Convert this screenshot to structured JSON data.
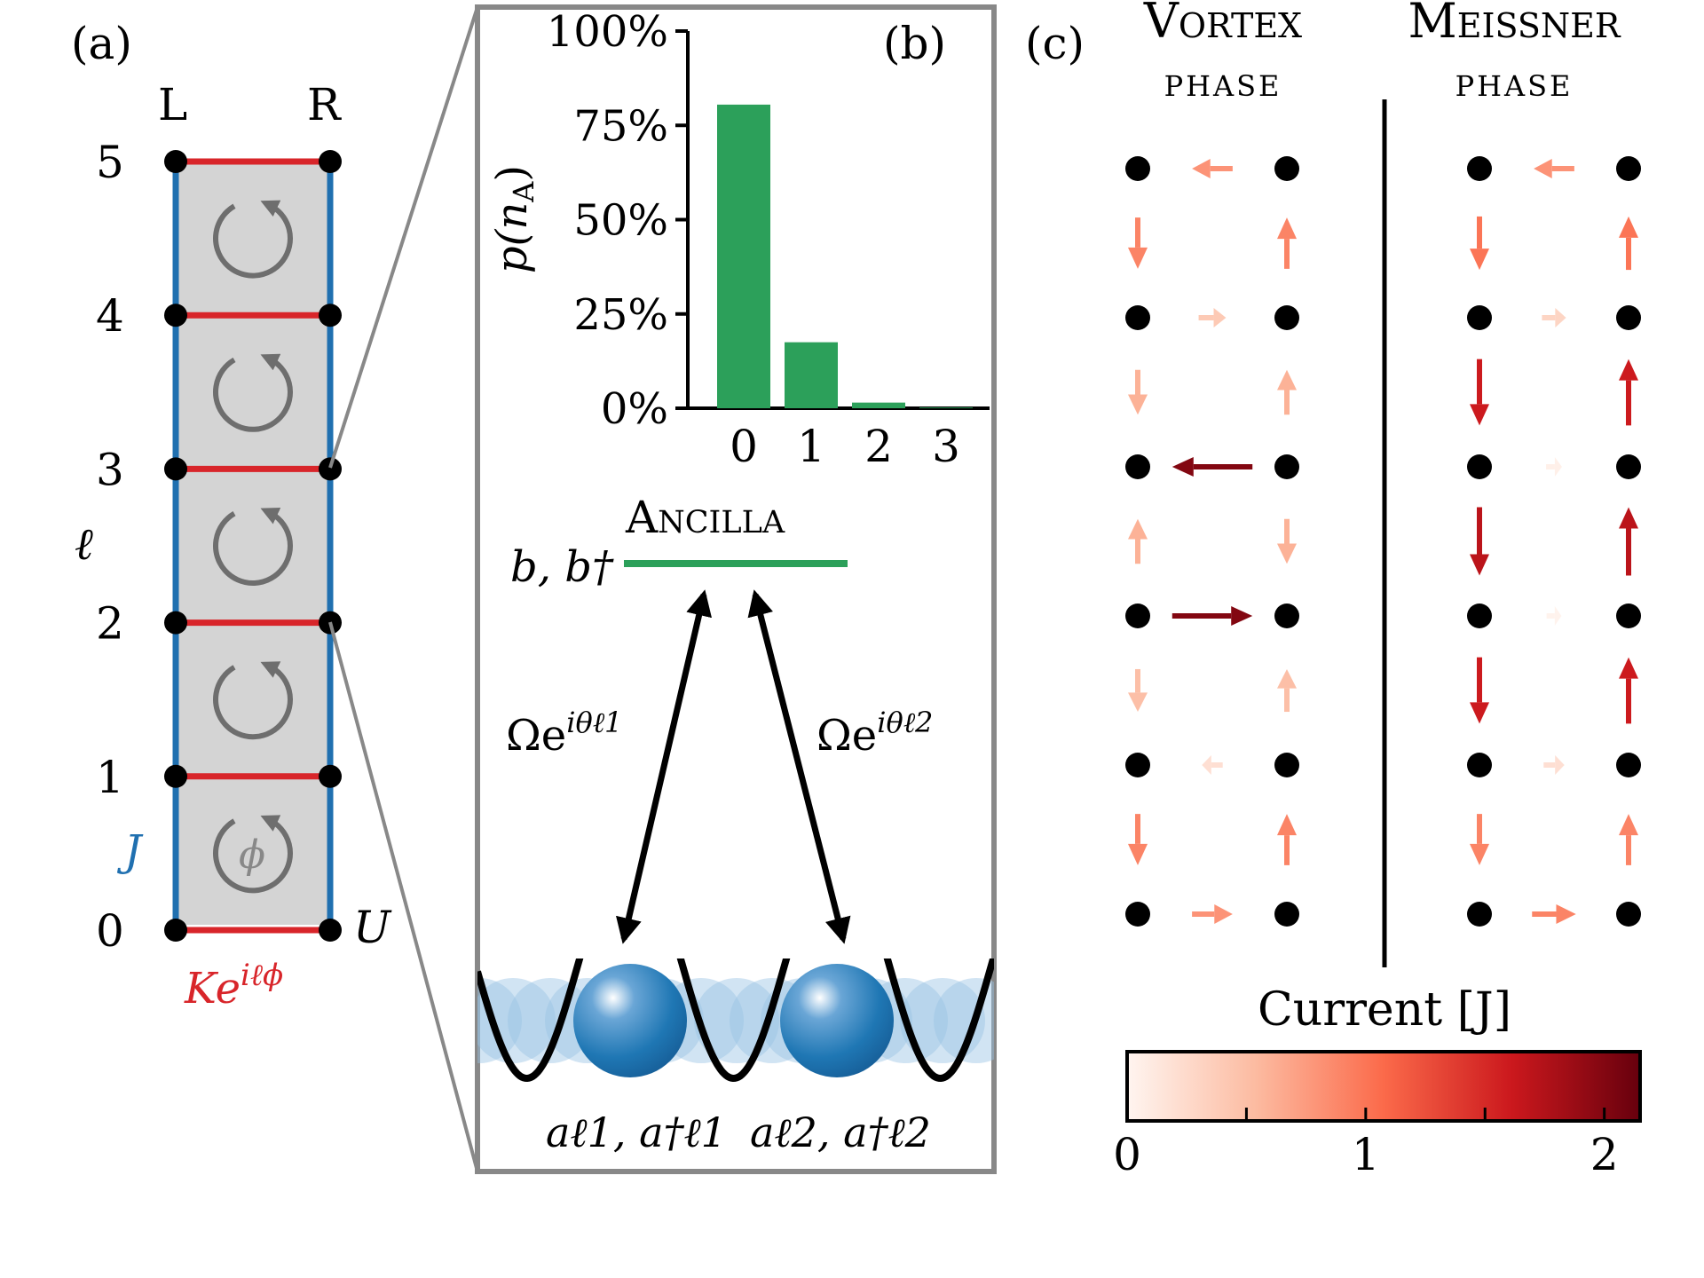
{
  "panel_a": {
    "panel_label": "(a)",
    "column_labels": [
      "L",
      "R"
    ],
    "row_labels": [
      "0",
      "1",
      "2",
      "3",
      "4",
      "5"
    ],
    "axis_label": "ℓ",
    "leg_coupling_label": "J",
    "onsite_label": "U",
    "rung_label_main": "Ke",
    "rung_label_sup": "iℓϕ",
    "flux_label": "ϕ",
    "colors": {
      "leg": "#2070b0",
      "rung": "#d8252a",
      "plaquette": "#d4d4d4",
      "site": "#000000"
    },
    "icons": [
      "circular-arrow-icon"
    ]
  },
  "panel_b": {
    "panel_label": "(b)",
    "ylabel": "p(n",
    "ylabel_sub": "A",
    "ylabel_close": ")",
    "ancilla_label": "Ancilla",
    "ancilla_operators": "b, b†",
    "drive_left_main": "Ωe",
    "drive_left_sup": "iθℓ1",
    "drive_right_main": "Ωe",
    "drive_right_sup": "iθℓ2",
    "site1_label": "aℓ1, a†ℓ1",
    "site2_label": "aℓ2, a†ℓ2",
    "colors": {
      "bar": "#2ca05a",
      "atom": "#1f77b4",
      "frame": "#888888"
    }
  },
  "panel_c": {
    "panel_label": "(c)",
    "vortex_title_line1": "Vortex",
    "vortex_title_line2": "phase",
    "meissner_title_line1": "Meissner",
    "meissner_title_line2": "phase",
    "colorbar_label": "Current [J]",
    "colorbar_ticks": [
      "0",
      "1",
      "2"
    ],
    "colorbar_range": [
      0,
      2.15
    ],
    "vortex_currents": {
      "rungs": [
        0.8,
        -0.2,
        2.0,
        -2.0,
        0.4,
        -0.8
      ],
      "left_legs": [
        -0.9,
        -0.5,
        0.6,
        -0.6,
        -0.9
      ],
      "right_legs": [
        0.9,
        0.5,
        -0.6,
        0.6,
        0.9
      ]
    },
    "meissner_currents": {
      "rungs": [
        0.9,
        0.2,
        0.02,
        0.05,
        0.3,
        -0.8
      ],
      "left_legs": [
        -0.9,
        -1.6,
        -1.7,
        -1.6,
        -1.0
      ],
      "right_legs": [
        0.9,
        1.6,
        1.7,
        1.6,
        1.0
      ]
    }
  },
  "chart_data": {
    "type": "bar",
    "categories": [
      "0",
      "1",
      "2",
      "3"
    ],
    "values": [
      80.5,
      17.5,
      1.5,
      0.2
    ],
    "xlabel": "",
    "ylabel": "p(nA)",
    "ylim": [
      0,
      100
    ],
    "yticks": [
      "0%",
      "25%",
      "50%",
      "75%",
      "100%"
    ]
  }
}
